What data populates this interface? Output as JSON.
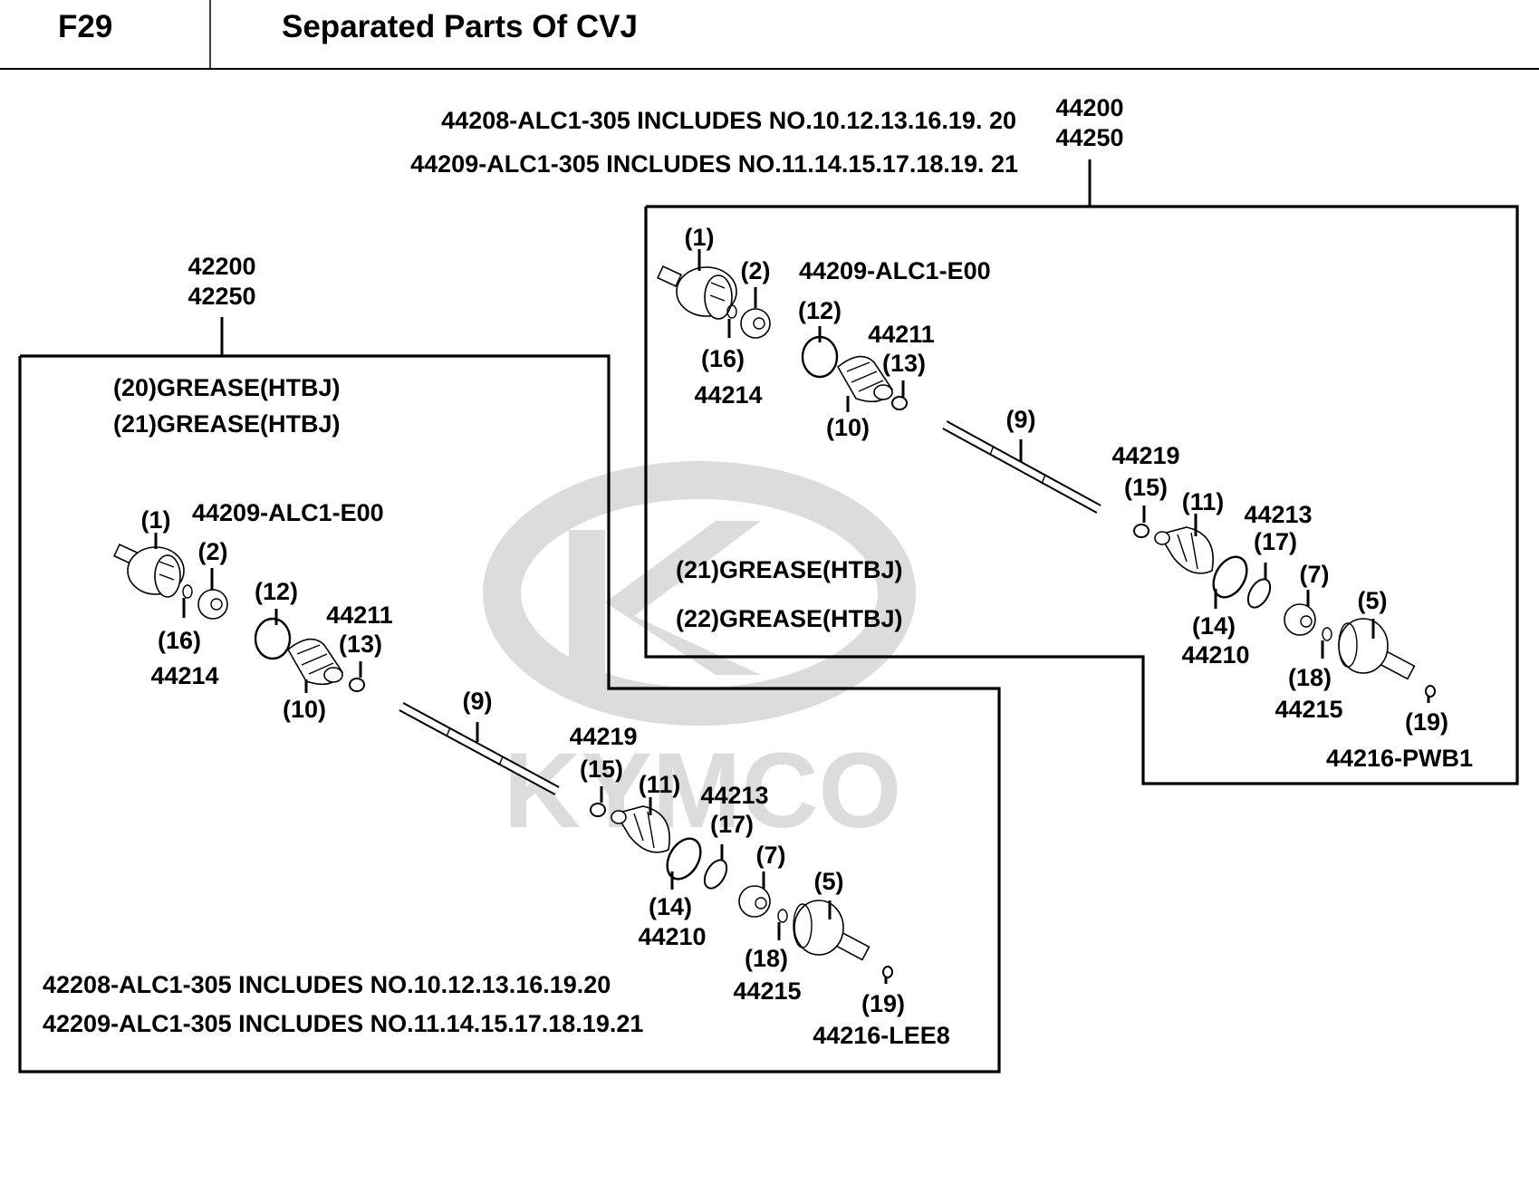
{
  "header": {
    "code": "F29",
    "title": "Separated Parts Of CVJ"
  },
  "watermark": {
    "text": "KYMCO"
  },
  "top_notes": [
    "44208-ALC1-305  INCLUDES NO.10.12.13.16.19. 20",
    "44209-ALC1-305 INCLUDES NO.11.14.15.17.18.19. 21"
  ],
  "right_assembly": {
    "assembly_numbers": [
      "44200",
      "44250"
    ],
    "kit_label": "44209-ALC1-E00",
    "grease": [
      "(21)GREASE(HTBJ)",
      "(22)GREASE(HTBJ)"
    ],
    "callouts": {
      "p1": "(1)",
      "p2": "(2)",
      "p16": "(16)",
      "p16_part": "44214",
      "p12": "(12)",
      "p13_part": "44211",
      "p13": "(13)",
      "p10": "(10)",
      "p9": "(9)",
      "p15_part": "44219",
      "p15": "(15)",
      "p11": "(11)",
      "p17_part": "44213",
      "p17": "(17)",
      "p14": "(14)",
      "p14_part": "44210",
      "p7": "(7)",
      "p5": "(5)",
      "p18": "(18)",
      "p18_part": "44215",
      "p19": "(19)",
      "p19_part": "44216-PWB1"
    }
  },
  "left_assembly": {
    "assembly_numbers": [
      "42200",
      "42250"
    ],
    "kit_label": "44209-ALC1-E00",
    "grease": [
      "(20)GREASE(HTBJ)",
      "(21)GREASE(HTBJ)"
    ],
    "notes": [
      "42208-ALC1-305 INCLUDES NO.10.12.13.16.19.20",
      "42209-ALC1-305 INCLUDES NO.11.14.15.17.18.19.21"
    ],
    "callouts": {
      "p1": "(1)",
      "p2": "(2)",
      "p16": "(16)",
      "p16_part": "44214",
      "p12": "(12)",
      "p13_part": "44211",
      "p13": "(13)",
      "p10": "(10)",
      "p9": "(9)",
      "p15_part": "44219",
      "p15": "(15)",
      "p11": "(11)",
      "p17_part": "44213",
      "p17": "(17)",
      "p14": "(14)",
      "p14_part": "44210",
      "p7": "(7)",
      "p5": "(5)",
      "p18": "(18)",
      "p18_part": "44215",
      "p19": "(19)",
      "p19_part": "44216-LEE8"
    }
  }
}
